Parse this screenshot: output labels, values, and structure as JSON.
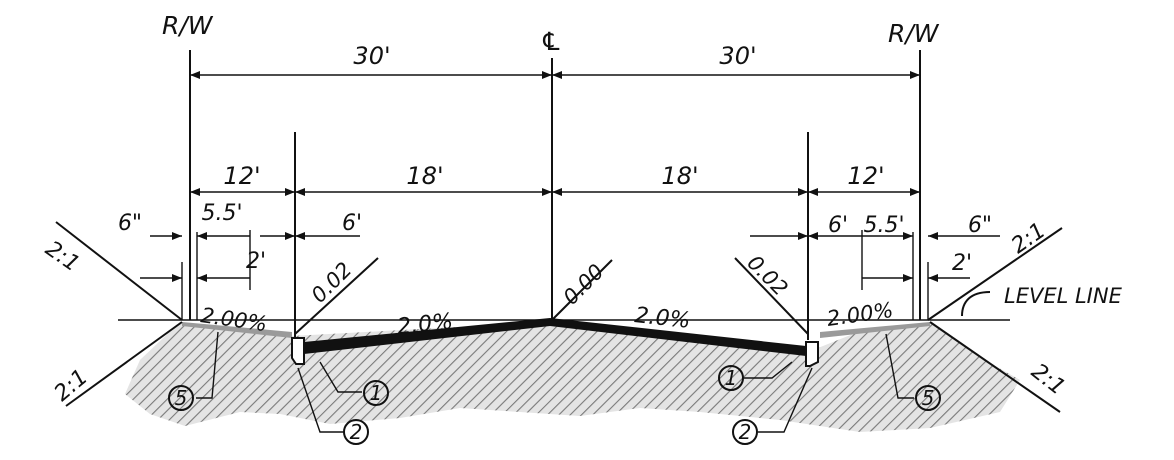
{
  "labels": {
    "rw_left": "R/W",
    "rw_right": "R/W",
    "centerline": "℄",
    "dim_30_left": "30'",
    "dim_30_right": "30'",
    "dim_12_left": "12'",
    "dim_12_right": "12'",
    "dim_18_left": "18'",
    "dim_18_right": "18'",
    "dim_6in_left": "6\"",
    "dim_6in_right": "6\"",
    "dim_55_left": "5.5'",
    "dim_55_right": "5.5'",
    "dim_6ft_left": "6'",
    "dim_6ft_right": "6'",
    "dim_2ft_left": "2'",
    "dim_2ft_right": "2'",
    "slope_21_upper_left": "2:1",
    "slope_21_lower_left": "2:1",
    "slope_21_upper_right": "2:1",
    "slope_21_lower_right": "2:1",
    "grade_200_left": "2.00%",
    "grade_200_right": "2.00%",
    "grade_002_left": "0.02",
    "grade_002_right": "0.02",
    "grade_000_center": "0.00",
    "crown_left": "2.0%",
    "crown_right": "2.0%",
    "level_line": "LEVEL LINE",
    "callout_1": "1",
    "callout_2": "2",
    "callout_5": "5"
  },
  "colors": {
    "ink": "#111111",
    "hatch": "#8c8c8c",
    "pavement": "#111111"
  }
}
